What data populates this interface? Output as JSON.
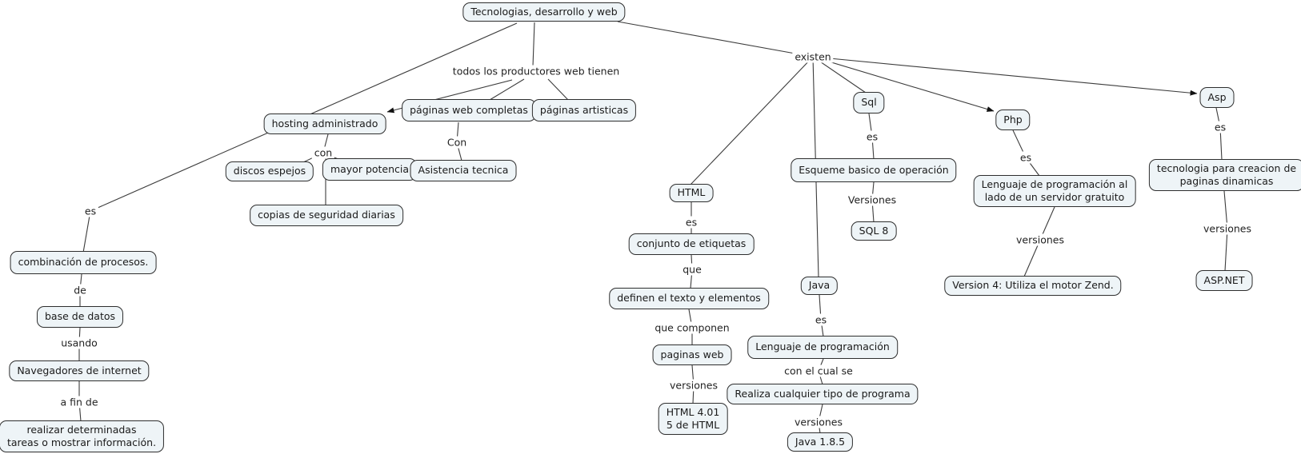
{
  "colors": {
    "background": "#ffffff",
    "node_fill": "#eef4f7",
    "node_border": "#2e2e2e",
    "line": "#3c3c3c",
    "text": "#1a1a1a"
  },
  "nodes": {
    "tecnologias": "Tecnologias, desarrollo y web",
    "hosting_administrado": "hosting administrado",
    "paginas_web_completas": "páginas web completas",
    "paginas_artisticas": "páginas artisticas",
    "discos_espejos": "discos espejos",
    "mayor_potencia": "mayor potencia",
    "asistencia_tecnica": "Asistencia tecnica",
    "copias_seguridad": "copias de seguridad diarias",
    "combinacion_procesos": "combinación de procesos.",
    "base_de_datos": "base de datos",
    "navegadores_internet": "Navegadores de internet",
    "realizar_tareas": {
      "line1": "realizar determinadas",
      "line2": "tareas o mostrar información."
    },
    "html": "HTML",
    "conjunto_etiquetas": "conjunto de etiquetas",
    "definen_texto": "definen el texto y elementos",
    "paginas_web": "paginas web",
    "html_versiones": {
      "line1": "HTML 4.01",
      "line2": "5 de HTML"
    },
    "sql": "Sql",
    "esqueme_basico": "Esqueme basico de operación",
    "sql8": "SQL 8",
    "java": "Java",
    "lenguaje_programacion": "Lenguaje de programación",
    "realiza_programa": "Realiza cualquier tipo de programa",
    "java185": "Java 1.8.5",
    "php": "Php",
    "lenguaje_servidor": {
      "line1": "Lenguaje de programación al",
      "line2": "lado de un servidor gratuito"
    },
    "version4": "Version 4: Utiliza el motor Zend.",
    "asp": "Asp",
    "tecnologia_paginas": {
      "line1": "tecnologia para creacion de",
      "line2": "paginas dinamicas"
    },
    "aspnet": "ASP.NET"
  },
  "labels": {
    "todos": "todos los productores web tienen",
    "existen": "existen",
    "con_hosting": "con",
    "con_paginas": "Con",
    "es_left": "es",
    "de": "de",
    "usando": "usando",
    "a_fin_de": "a fin de",
    "es_html": "es",
    "que": "que",
    "que_componen": "que componen",
    "versiones_html": "versiones",
    "es_sql": "es",
    "versiones_sql": "Versiones",
    "es_java": "es",
    "con_el_cual_se": "con el cual se",
    "versiones_java": "versiones",
    "es_php": "es",
    "versiones_php": "versiones",
    "es_asp": "es",
    "versiones_asp": "versiones"
  }
}
